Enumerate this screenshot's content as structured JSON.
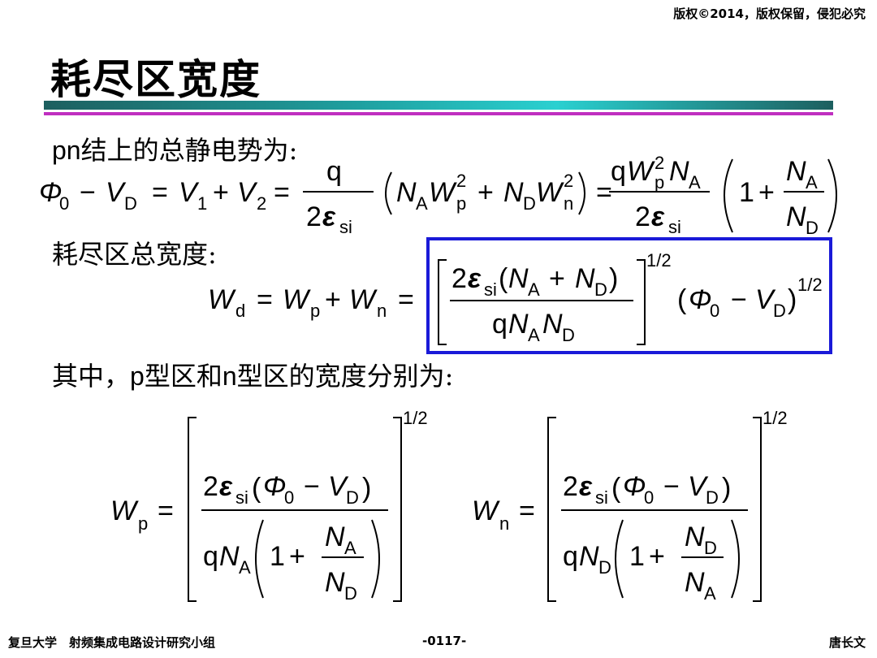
{
  "header": {
    "copyright": "版权©2014，版权保留，侵犯必究"
  },
  "slide": {
    "title": "耗尽区宽度",
    "line1_latin": "pn",
    "line1_text": "结上的总静电势为:",
    "line2": "耗尽区总宽度:",
    "line3_a": "其中，",
    "line3_p": "p",
    "line3_b": "型区和",
    "line3_n": "n",
    "line3_c": "型区的宽度分别为:"
  },
  "equations": {
    "potential": {
      "phi": "Φ",
      "phi_sub": "0",
      "minus": "−",
      "V": "V",
      "V_sub": "D",
      "equals": "=",
      "V1": "V",
      "V1_sub": "1",
      "plus": "+",
      "V2": "V",
      "V2_sub": "2",
      "frac_num": "q",
      "frac_den_2": "2",
      "eps": "ε",
      "eps_sub": "si",
      "NA": "N",
      "NA_sub": "A",
      "W": "W",
      "Wp_sub": "p",
      "sq": "2",
      "ND_sub": "D",
      "Wn_sub": "n",
      "one": "1"
    },
    "width": {
      "Wd_sub": "d",
      "exp": "1/2"
    }
  },
  "footer": {
    "left": "复旦大学　射频集成电路设计研究小组",
    "center": "-0117-",
    "right": "唐长文"
  }
}
